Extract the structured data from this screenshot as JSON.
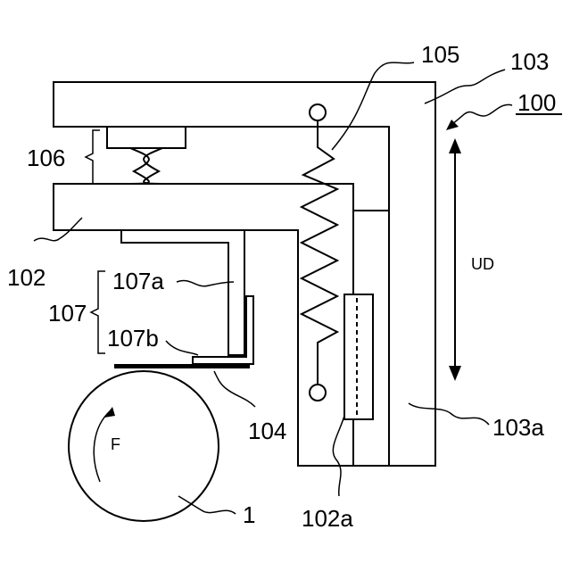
{
  "labels": {
    "device": "100",
    "frame": "103",
    "frame_part": "103a",
    "spring": "105",
    "connector": "106",
    "holder": "102",
    "holder_part": "102a",
    "blade_assembly": "107",
    "blade_assembly_a": "107a",
    "blade_assembly_b": "107b",
    "blade": "104",
    "roller": "1",
    "rotation": "F",
    "direction": "UD"
  }
}
